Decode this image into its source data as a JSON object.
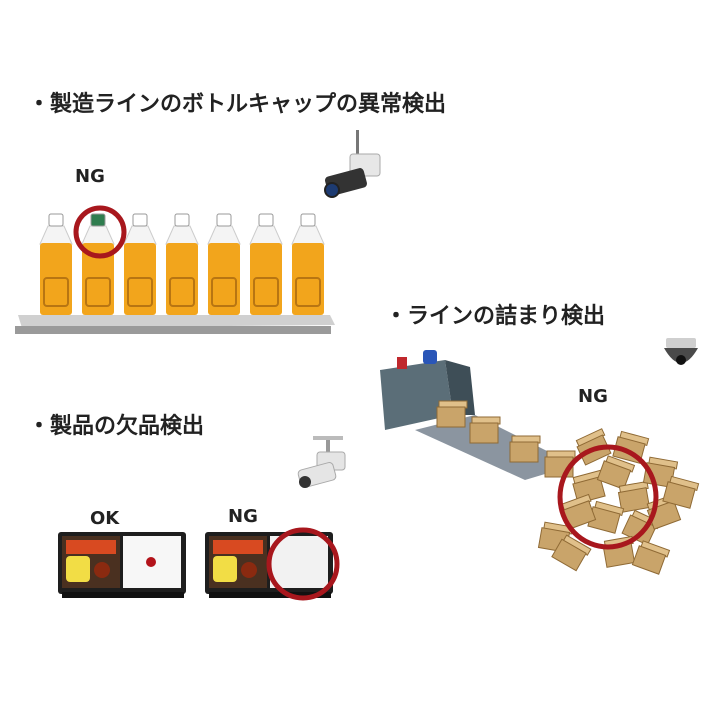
{
  "bullet": "・",
  "sections": {
    "bottle": {
      "title": "製造ラインのボトルキャップの異常検出",
      "label": "NG"
    },
    "jam": {
      "title": "ラインの詰まり検出",
      "label": "NG"
    },
    "missing": {
      "title": "製品の欠品検出",
      "ok_label": "OK",
      "ng_label": "NG"
    }
  },
  "colors": {
    "highlight": "#a8171d",
    "bottle": "#f2a51c",
    "cap_ok": "#ffffff",
    "cap_ng": "#2f7d4f",
    "box": "#c9a46a"
  }
}
